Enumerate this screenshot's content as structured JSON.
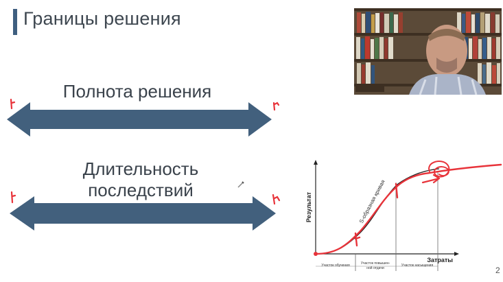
{
  "slide": {
    "title": "Границы решения",
    "label_1": "Полнота решения",
    "label_2_line1": "Длительность",
    "label_2_line2": "последствий",
    "page_number": "2"
  },
  "plot": {
    "y_label": "Результат",
    "x_label": "Затраты",
    "curve_label": "S-образная кривая",
    "segment_1": "Участок обучения",
    "segment_2_line1": "Участок повышен-",
    "segment_2_line2": "ной отдачи",
    "segment_3": "Участок насыщения"
  },
  "colors": {
    "arrow": "#42607d",
    "annotation": "#e8333a",
    "accent": "#3f5f80"
  },
  "icons": {
    "webcam": "video-feed-person-bookshelf",
    "pen": "pen-cursor-icon"
  }
}
